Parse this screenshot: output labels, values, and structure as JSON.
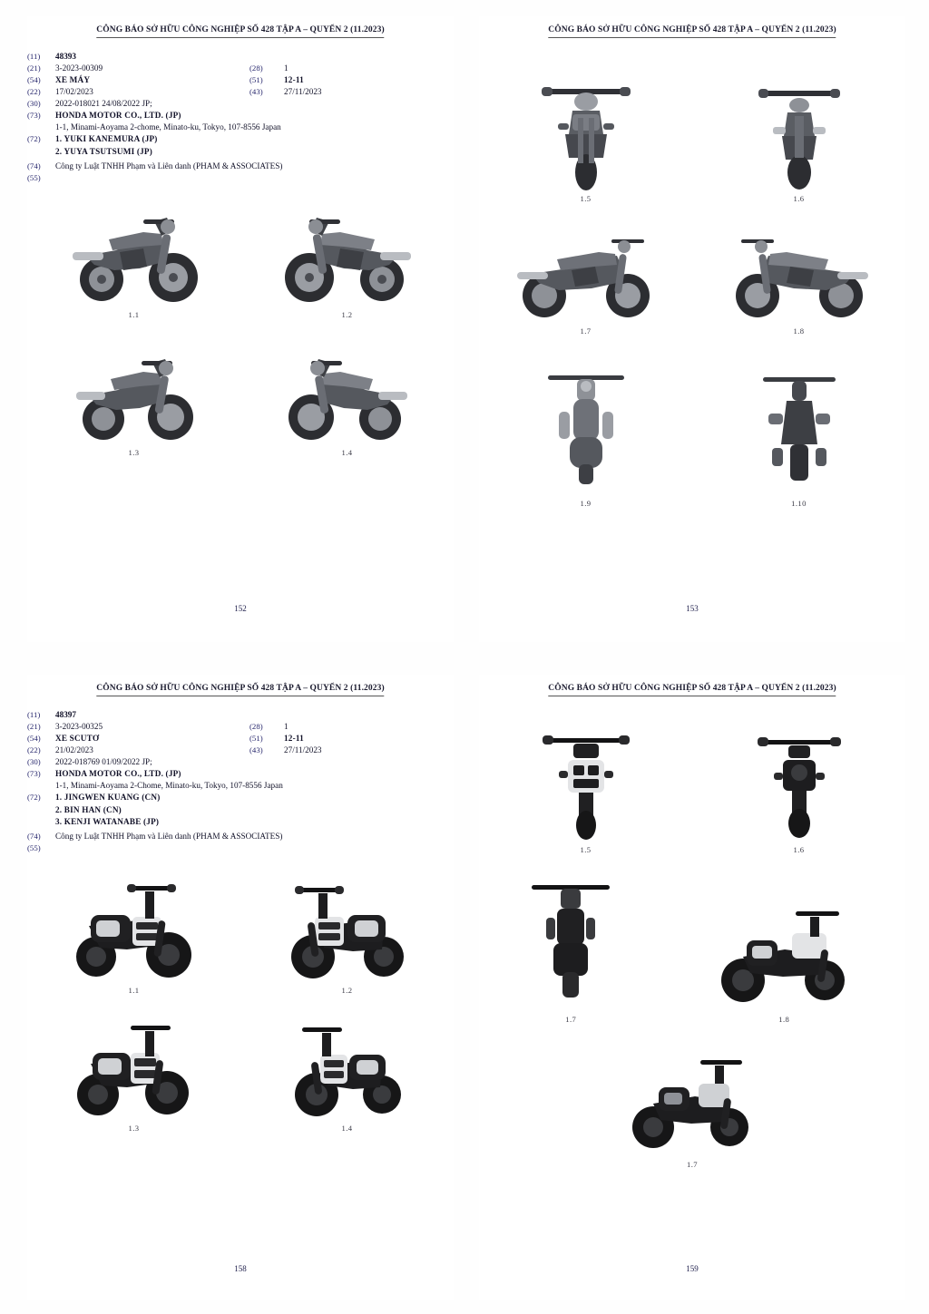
{
  "document": {
    "header_text": "CÔNG BÁO SỞ HỮU CÔNG NGHIỆP SỐ 428 TẬP A – QUYỂN 2 (11.2023)"
  },
  "sheets": [
    {
      "id": "sheet-152",
      "folio": "152",
      "record": {
        "inid_11": "(11)",
        "publication_number": "48393",
        "inid_21": "(21)",
        "application_number": "3-2023-00309",
        "inid_28": "(28)",
        "design_count": "1",
        "inid_54": "(54)",
        "title": "XE MÁY",
        "inid_51": "(51)",
        "locarno_class": "12-11",
        "inid_22": "(22)",
        "filing_date": "17/02/2023",
        "inid_43": "(43)",
        "publication_date": "27/11/2023",
        "inid_30": "(30)",
        "priority": "2022-018021 24/08/2022 JP;",
        "inid_73": "(73)",
        "applicant": "HONDA MOTOR CO., LTD. (JP)",
        "applicant_address": "1-1, Minami-Aoyama 2-chome, Minato-ku, Tokyo, 107-8556 Japan",
        "inid_72": "(72)",
        "inventors": [
          "1. YUKI KANEMURA (JP)",
          "2. YUYA TSUTSUMI (JP)"
        ],
        "inid_74": "(74)",
        "representative": "Công ty Luật TNHH Phạm và Liên danh (PHAM & ASSOCIATES)",
        "inid_55": "(55)"
      },
      "figures": [
        {
          "label": "1.1",
          "kind": "motorcycle-front-quarter"
        },
        {
          "label": "1.2",
          "kind": "motorcycle-rear-quarter"
        },
        {
          "label": "1.3",
          "kind": "motorcycle-front-quarter-b"
        },
        {
          "label": "1.4",
          "kind": "motorcycle-rear-quarter-b"
        }
      ]
    },
    {
      "id": "sheet-153",
      "folio": "153",
      "figures": [
        {
          "label": "1.5",
          "kind": "motorcycle-front-elevation"
        },
        {
          "label": "1.6",
          "kind": "motorcycle-rear-elevation"
        },
        {
          "label": "1.7",
          "kind": "motorcycle-left-side"
        },
        {
          "label": "1.8",
          "kind": "motorcycle-right-side"
        },
        {
          "label": "1.9",
          "kind": "motorcycle-top-plan"
        },
        {
          "label": "1.10",
          "kind": "motorcycle-bottom-plan"
        }
      ]
    },
    {
      "id": "sheet-158",
      "folio": "158",
      "record": {
        "inid_11": "(11)",
        "publication_number": "48397",
        "inid_21": "(21)",
        "application_number": "3-2023-00325",
        "inid_28": "(28)",
        "design_count": "1",
        "inid_54": "(54)",
        "title": "XE SCUTƠ",
        "inid_51": "(51)",
        "locarno_class": "12-11",
        "inid_22": "(22)",
        "filing_date": "21/02/2023",
        "inid_43": "(43)",
        "publication_date": "27/11/2023",
        "inid_30": "(30)",
        "priority": "2022-018769 01/09/2022 JP;",
        "inid_73": "(73)",
        "applicant": "HONDA MOTOR CO., LTD. (JP)",
        "applicant_address": "1-1, Minami-Aoyama 2-Chome, Minato-ku, Tokyo, 107-8556 Japan",
        "inid_72": "(72)",
        "inventors": [
          "1. JINGWEN KUANG (CN)",
          "2. BIN HAN (CN)",
          "3. KENJI WATANABE (JP)"
        ],
        "inid_74": "(74)",
        "representative": "Công ty Luật TNHH Phạm và Liên danh (PHAM & ASSOCIATES)",
        "inid_55": "(55)"
      },
      "figures": [
        {
          "label": "1.1",
          "kind": "scooter-front-quarter"
        },
        {
          "label": "1.2",
          "kind": "scooter-rear-quarter"
        },
        {
          "label": "1.3",
          "kind": "scooter-front-quarter-b"
        },
        {
          "label": "1.4",
          "kind": "scooter-rear-quarter-b"
        }
      ]
    },
    {
      "id": "sheet-159",
      "folio": "159",
      "figures": [
        {
          "label": "1.5",
          "kind": "scooter-front-elevation"
        },
        {
          "label": "1.6",
          "kind": "scooter-rear-elevation"
        },
        {
          "label": "1.7",
          "kind": "scooter-top-plan"
        },
        {
          "label": "1.8",
          "kind": "scooter-left-side"
        },
        {
          "label": "1.7",
          "kind": "scooter-right-side"
        }
      ]
    }
  ],
  "colors": {
    "header_rule": "#555555",
    "inid_code": "#24246b",
    "body_text": "#111128",
    "vehicle_dark": "#3d3f44",
    "vehicle_mid": "#6b6e74",
    "vehicle_light": "#a8abb1",
    "vehicle_black": "#1b1b1d",
    "panel_white": "#e8e9eb"
  }
}
